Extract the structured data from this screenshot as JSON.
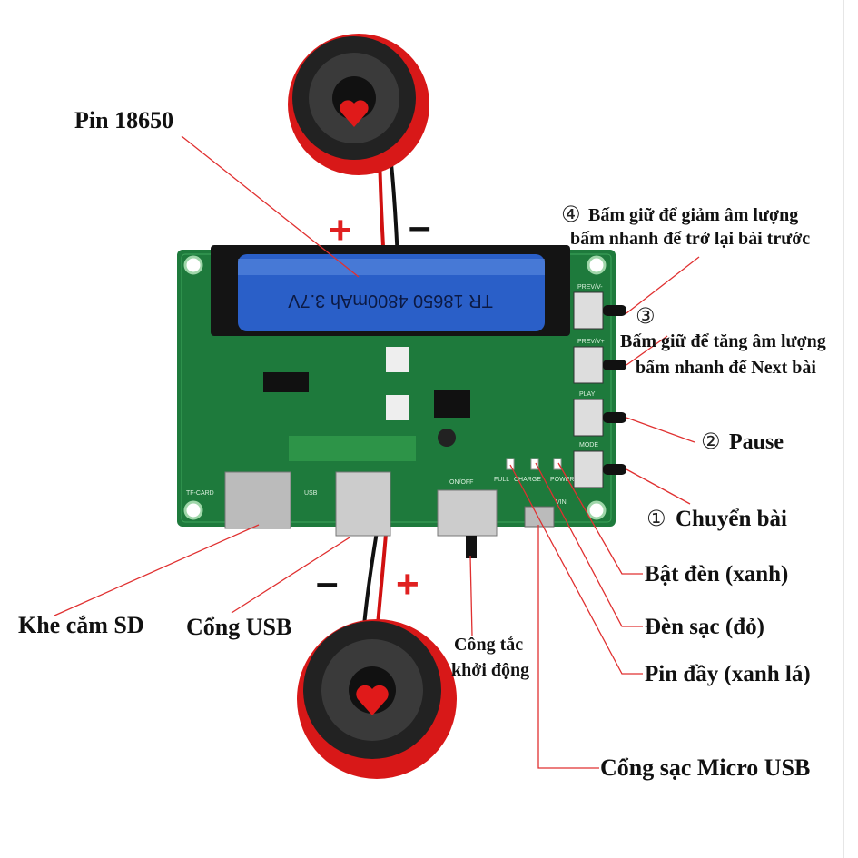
{
  "labels": {
    "battery": "Pin 18650",
    "btn4_line1": "Bấm giữ để giảm âm lượng",
    "btn4_line2": "bấm nhanh để trở lại bài trước",
    "btn4_num": "④",
    "btn3_num": "③",
    "btn3_line1": "Bấm giữ để tăng âm lượng",
    "btn3_line2": "bấm nhanh để Next bài",
    "btn2_num": "②",
    "btn2": "Pause",
    "btn1_num": "①",
    "btn1": "Chuyển bài",
    "power_led": "Bật đèn (xanh)",
    "charge_led": "Đèn sạc (đỏ)",
    "full_led": "Pin đầy (xanh lá)",
    "micro_usb": "Cổng sạc Micro USB",
    "sd_slot": "Khe cắm SD",
    "usb_port": "Cổng USB",
    "switch_line1": "Công tắc",
    "switch_line2": "khởi động"
  },
  "signs": {
    "top_plus": "+",
    "top_minus": "–",
    "bottom_minus": "–",
    "bottom_plus": "+"
  },
  "board": {
    "battery_text": "TR 18650 4800mAh 3.7V",
    "silk": [
      "PREV/V-",
      "PREV/V+",
      "PLAY",
      "MODE",
      "TF-CARD",
      "USB",
      "ON/OFF",
      "VIN",
      "FULL",
      "CHARGE",
      "POWER"
    ]
  },
  "colors": {
    "pcb": "#1e7a3c",
    "leader": "#e03030",
    "sign_red": "#e02020",
    "battery": "#2a5fc8",
    "speaker_red": "#d81818"
  }
}
